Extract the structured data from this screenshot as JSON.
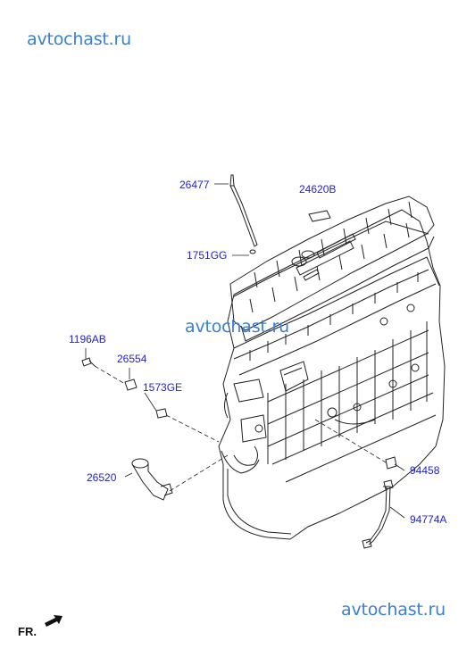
{
  "watermarks": {
    "top": "avtochast.ru",
    "middle": "avtochast.ru",
    "bottom": "avtochast.ru"
  },
  "orientation_label": "FR.",
  "parts": [
    {
      "id": "26477"
    },
    {
      "id": "24620B"
    },
    {
      "id": "1751GG"
    },
    {
      "id": "1196AB"
    },
    {
      "id": "26554"
    },
    {
      "id": "1573GE"
    },
    {
      "id": "26520"
    },
    {
      "id": "94458"
    },
    {
      "id": "94774A"
    }
  ]
}
